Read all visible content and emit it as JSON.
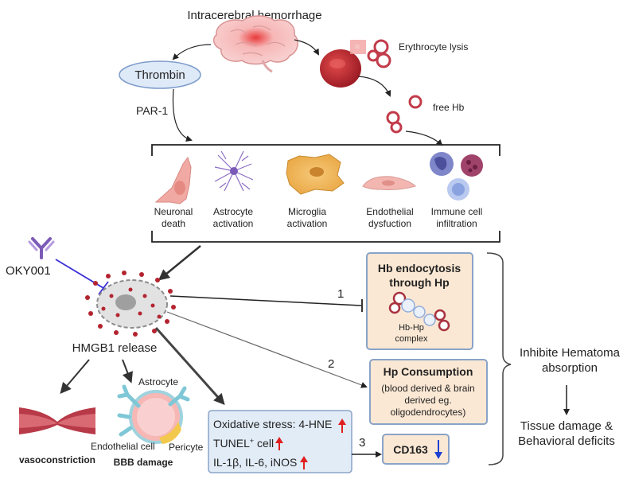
{
  "header": {
    "title": "Intracerebral hemorrhage",
    "erythrocyte_lysis": "Erythrocyte lysis",
    "free_hb": "free Hb",
    "thrombin": "Thrombin",
    "par1": "PAR-1"
  },
  "cells": {
    "neuronal": [
      "Neuronal",
      "death"
    ],
    "astrocyte": [
      "Astrocyte",
      "activation"
    ],
    "microglia": [
      "Microglia",
      "activation"
    ],
    "endothelial": [
      "Endothelial",
      "dysfuction"
    ],
    "immune": [
      "Immune cell",
      "infiltration"
    ]
  },
  "left": {
    "oky": "OKY001",
    "hmgb1": "HMGB1 release",
    "vasoconstriction": "vasoconstriction",
    "astrocyte": "Astrocyte",
    "endothelial_cell": "Endothelial cell",
    "pericyte": "Pericyte",
    "bbb": "BBB damage"
  },
  "pathways": {
    "n1": "1",
    "n2": "2",
    "n3": "3",
    "box1_title": [
      "Hb endocytosis",
      "through Hp"
    ],
    "box1_sub": [
      "Hb-Hp",
      "complex"
    ],
    "box2_title": "Hp Consumption",
    "box2_sub": [
      "(blood derived & brain",
      "derived eg.",
      "oligodendrocytes)"
    ],
    "box3": "CD163",
    "ox_line1": "Oxidative stress: 4-HNE",
    "ox_line2_a": "TUNEL",
    "ox_line2_sup": "+",
    "ox_line2_b": " cell",
    "ox_line3": "IL-1β, IL-6, iNOS"
  },
  "right": {
    "inhibit": [
      "Inhibite Hematoma",
      "absorption"
    ],
    "tissue": [
      "Tissue damage &",
      "Behavioral deficits"
    ]
  },
  "colors": {
    "box_fill": "#fbe8d4",
    "box_stroke": "#8aa3c8",
    "ox_fill": "#e2ecf7",
    "red_arrow": "#e02020",
    "blue_arrow": "#1f3fd1",
    "rbc": "#c23b4a",
    "inhibitor_line": "#3a2fd6"
  }
}
